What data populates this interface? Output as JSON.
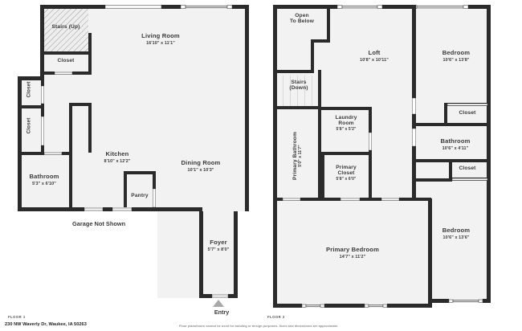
{
  "document": {
    "address": "230 NW Waverly Dr, Waukee, IA 50263",
    "disclaimer": "Floor plans/tours cannot be used for building or design purposes. Sizes and dimensions are approximate."
  },
  "colors": {
    "wall": "#2b2b2b",
    "room_fill": "#f2f2f2",
    "window": "#d9d9d9",
    "door_gap": "#ffffff",
    "hatch": "#9a9a9a",
    "text": "#3a3a3a",
    "arrow": "#a8a8a8",
    "background": "#ffffff"
  },
  "floors": [
    {
      "tag": "FLOOR 1",
      "annotations": [
        {
          "name": "garage-note",
          "text": "Garage Not Shown"
        },
        {
          "name": "entry-marker",
          "text": "Entry",
          "icon": "up-arrow-icon"
        }
      ],
      "rooms": [
        {
          "name": "stairs-up",
          "label": "Stairs (Up)",
          "dimensions": ""
        },
        {
          "name": "living-room",
          "label": "Living Room",
          "dimensions": "16'10\" x 11'1\""
        },
        {
          "name": "closet-upper",
          "label": "Closet",
          "dimensions": ""
        },
        {
          "name": "closet-left-1",
          "label": "Closet",
          "dimensions": "",
          "orientation": "vertical"
        },
        {
          "name": "closet-left-2",
          "label": "Closet",
          "dimensions": "",
          "orientation": "vertical"
        },
        {
          "name": "kitchen",
          "label": "Kitchen",
          "dimensions": "8'10\" x 12'2\""
        },
        {
          "name": "dining-room",
          "label": "Dining Room",
          "dimensions": "10'1\" x 10'3\""
        },
        {
          "name": "bathroom",
          "label": "Bathroom",
          "dimensions": "5'3\" x 6'10\""
        },
        {
          "name": "pantry",
          "label": "Pantry",
          "dimensions": ""
        },
        {
          "name": "foyer",
          "label": "Foyer",
          "dimensions": "5'7\" x 8'0\""
        }
      ]
    },
    {
      "tag": "FLOOR 2",
      "annotations": [],
      "rooms": [
        {
          "name": "open-to-below",
          "label": "Open\nTo Below",
          "dimensions": ""
        },
        {
          "name": "loft",
          "label": "Loft",
          "dimensions": "10'8\" x 10'11\""
        },
        {
          "name": "bedroom-1",
          "label": "Bedroom",
          "dimensions": "10'6\" x 13'8\""
        },
        {
          "name": "stairs-down",
          "label": "Stairs\n(Down)",
          "dimensions": ""
        },
        {
          "name": "closet-top-right",
          "label": "Closet",
          "dimensions": ""
        },
        {
          "name": "bathroom-2",
          "label": "Bathroom",
          "dimensions": "10'6\" x 4'11\""
        },
        {
          "name": "closet-mid-right",
          "label": "Closet",
          "dimensions": ""
        },
        {
          "name": "primary-bathroom",
          "label": "Primary Bathroom",
          "dimensions": "5'0\" x 11'7\"",
          "orientation": "vertical"
        },
        {
          "name": "laundry-room",
          "label": "Laundry\nRoom",
          "dimensions": "5'8\" x 5'2\""
        },
        {
          "name": "primary-closet",
          "label": "Primary\nCloset",
          "dimensions": "5'8\" x 6'0\""
        },
        {
          "name": "bedroom-2",
          "label": "Bedroom",
          "dimensions": "10'6\" x 13'6\""
        },
        {
          "name": "primary-bedroom",
          "label": "Primary Bedroom",
          "dimensions": "14'7\" x 11'2\""
        }
      ]
    }
  ]
}
